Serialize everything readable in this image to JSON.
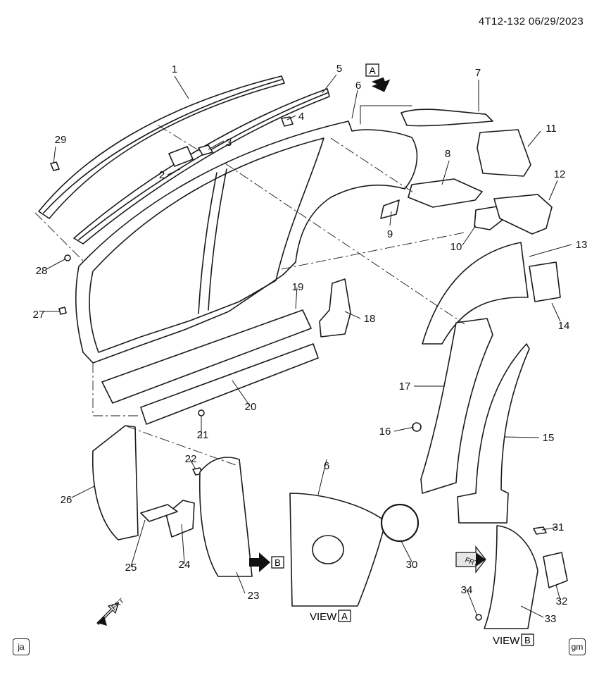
{
  "header": {
    "doc_code": "4T12-132",
    "date": "06/29/2023"
  },
  "callouts": [
    "1",
    "2",
    "3",
    "4",
    "5",
    "6",
    "7",
    "8",
    "9",
    "10",
    "11",
    "12",
    "13",
    "14",
    "15",
    "16",
    "17",
    "18",
    "19",
    "20",
    "21",
    "22",
    "23",
    "24",
    "25",
    "26",
    "27",
    "28",
    "29",
    "6",
    "30",
    "31",
    "32",
    "33",
    "34"
  ],
  "view_flag_a": "A",
  "view_flag_b": "B",
  "frt_label": "FRT",
  "view_a_caption": {
    "word": "VIEW",
    "letter": "A"
  },
  "view_b_caption": {
    "word": "VIEW",
    "letter": "B"
  },
  "corner_left": "ja",
  "corner_right": "gm",
  "colors": {
    "line": "#1a1a1a",
    "fill": "#ffffff",
    "shade": "#d9d9d9",
    "arrow": "#111111",
    "frt": "#e6e6e6"
  }
}
